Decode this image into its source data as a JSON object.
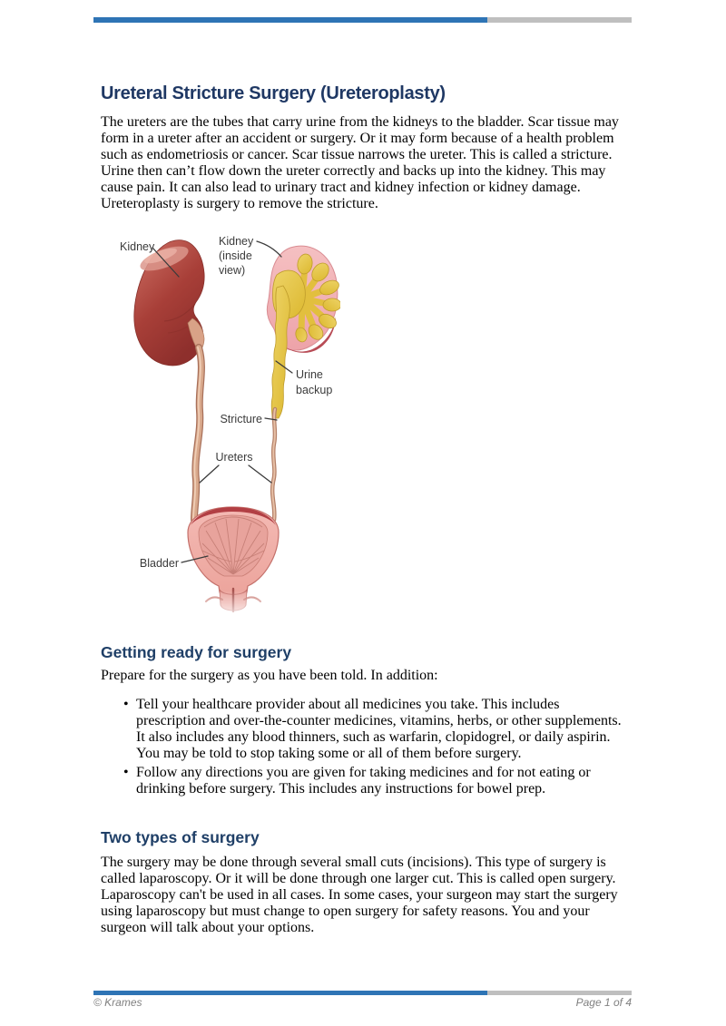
{
  "document": {
    "title": "Ureteral Stricture Surgery (Ureteroplasty)",
    "intro": "The ureters are the tubes that carry urine from the kidneys to the bladder. Scar tissue may form in a ureter after an accident or surgery. Or it may form because of a health problem such as endometriosis or cancer. Scar tissue narrows the ureter. This is called a stricture. Urine then can’t flow down the ureter correctly and backs up into the kidney. This may cause pain. It can also lead to urinary tract and kidney infection or kidney damage. Ureteroplasty is surgery to remove the stricture.",
    "figure_labels": {
      "kidney": "Kidney",
      "kidney_inside": [
        "Kidney",
        "(inside",
        "view)"
      ],
      "urine_backup": [
        "Urine",
        "backup"
      ],
      "stricture": "Stricture",
      "ureters": "Ureters",
      "bladder": "Bladder"
    },
    "getting_ready": {
      "heading": "Getting ready for surgery",
      "intro": "Prepare for the surgery as you have been told. In addition:",
      "bullets": [
        "Tell your healthcare provider about all medicines you take. This includes prescription and over-the-counter medicines, vitamins, herbs, or other supplements. It also includes any blood thinners, such as warfarin, clopidogrel, or daily aspirin. You may be told to stop taking some or all of them before surgery.",
        "Follow any directions you are given for taking medicines and for not eating or drinking before surgery. This includes any instructions for bowel prep."
      ]
    },
    "two_types": {
      "heading": "Two types of surgery",
      "body": "The surgery may be done through several small cuts (incisions). This type of surgery is called laparoscopy. Or it will be done through one larger cut. This is called open surgery. Laparoscopy can't be used in all cases. In some cases, your surgeon may start the surgery using laparoscopy but must change to open surgery for safety reasons. You and your surgeon will talk about your options."
    },
    "footer": {
      "copyright": "© Krames",
      "page_label": "Page 1 of 4"
    },
    "colors": {
      "accent_blue": "#2e74b5",
      "accent_gray": "#bfbfbf",
      "title_navy": "#1f3864",
      "heading_navy": "#1f3f67"
    }
  }
}
